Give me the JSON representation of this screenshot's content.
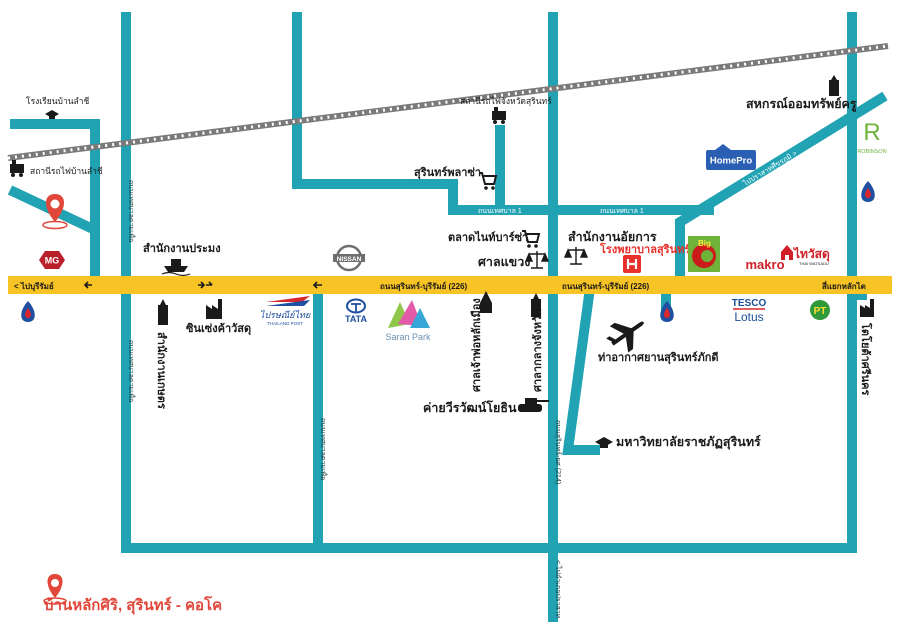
{
  "colors": {
    "teal": "#21a3b3",
    "main_road": "#f7c325",
    "pin": "#e0473a",
    "rail_dark": "#6e6e6e",
    "text": "#1a1a1a",
    "homepro": "#2b5fb3",
    "hospital": "#e8312a",
    "bigc": "#cc1b1b",
    "makro": "#d11f27",
    "tesco": "#1a4e9a",
    "robinson": "#6fb33a",
    "pt": "#2f9a3a",
    "ptt_blue": "#1e4fa0",
    "ptt_red": "#d7282f"
  },
  "roads": {
    "main_left": "< ไปบุรีรัมย์",
    "main_mid": "ถนนสุรินทร์-บุรีรัมย์ (226)",
    "main_right": "ถนนสุรินทร์-บุรีรัมย์ (226)",
    "main_junction": "สี่แยกหลักไต",
    "thetsaban_1a": "ถนนเทศบาล 1",
    "thetsaban_1b": "ถนนเทศบาล 1",
    "diag_upper": "สี่แยกหลักไต",
    "diag_lower": "ไปปราสาทศีขรภูมิ >",
    "vert_left_top": "ถนนเทศบาลตามเพื่อ",
    "vert_left_bottom": "ถนนเทศบาลตามเพื่อ",
    "vert_mid": "ถนนเทศบาลตามเพื่อ",
    "vert_route214": "ถนนสุรินทร์-ยศ (214)",
    "vert_to_prasat": "< ไปอำเภอปราสาท"
  },
  "places": {
    "school_lamchi": "โรงเรียนบ้านลำชี",
    "station_lamchi": "สถานีรถไฟบ้านลำชี",
    "station_surin": "สถานีรถไฟจังหวัดสุรินทร์",
    "surin_plaza": "สุรินทร์พลาซ่า",
    "talad_nine": "ตลาดไนท์บาร์ซ่า",
    "sala_khwaeng": "ศาลแขวง",
    "attorney": "สำนักงานอัยการ",
    "hospital": "โรงพยาบาลสุรินทร์",
    "coop": "สหกรณ์ออมทรัพย์ครู",
    "fishery": "สำนักงานประมง",
    "gov_office": "สำนักงานเกษตร",
    "sin_seng": "ซินเซ่งค้าวัสดุ",
    "thai_post": "ไปรษณีย์ไทย",
    "thai_post_en": "THAILAND POST",
    "tata": "TATA",
    "saran_park": "Saran Park",
    "shrine": "ศาลเจ้าพ่อหลักเมือง",
    "provincial_hall": "ศาลากลางจังหวัด",
    "army_camp": "ค่ายวีรวัฒน์โยธิน",
    "airport": "ท่าอากาศยานสุรินทร์ภักดี",
    "university": "มหาวิทยาลัยราชภัฏสุรินทร์",
    "homepro": "HomePro",
    "makro": "makro",
    "thaiwatsadu": "ไทวัสดุ",
    "thaiwatsadu_en": "THAI WATSADU",
    "tesco": "TESCO",
    "lotus": "Lotus",
    "robinson": "ROBINSON",
    "toyota": "โตโยต้าศรีนคร",
    "nissan": "NISSAN",
    "mg": "MG",
    "big_c": "Big"
  },
  "legend": {
    "label": "บ้านหลักศิริ, สุรินทร์ - คอโค"
  },
  "icons": [
    "location-pin-icon",
    "mg-logo-icon",
    "ptt-gas-icon",
    "school-icon",
    "train-icon",
    "shopping-cart-icon",
    "scales-icon",
    "hospital-icon",
    "ship-icon",
    "factory-icon",
    "nissan-logo-icon",
    "tata-logo-icon",
    "temple-icon",
    "tower-icon",
    "tank-icon",
    "airplane-icon",
    "graduation-cap-icon",
    "bigc-logo-icon",
    "makro-logo-icon",
    "tesco-logo-icon",
    "robinson-logo-icon",
    "pt-gas-icon",
    "uturn-arrow-icon"
  ]
}
